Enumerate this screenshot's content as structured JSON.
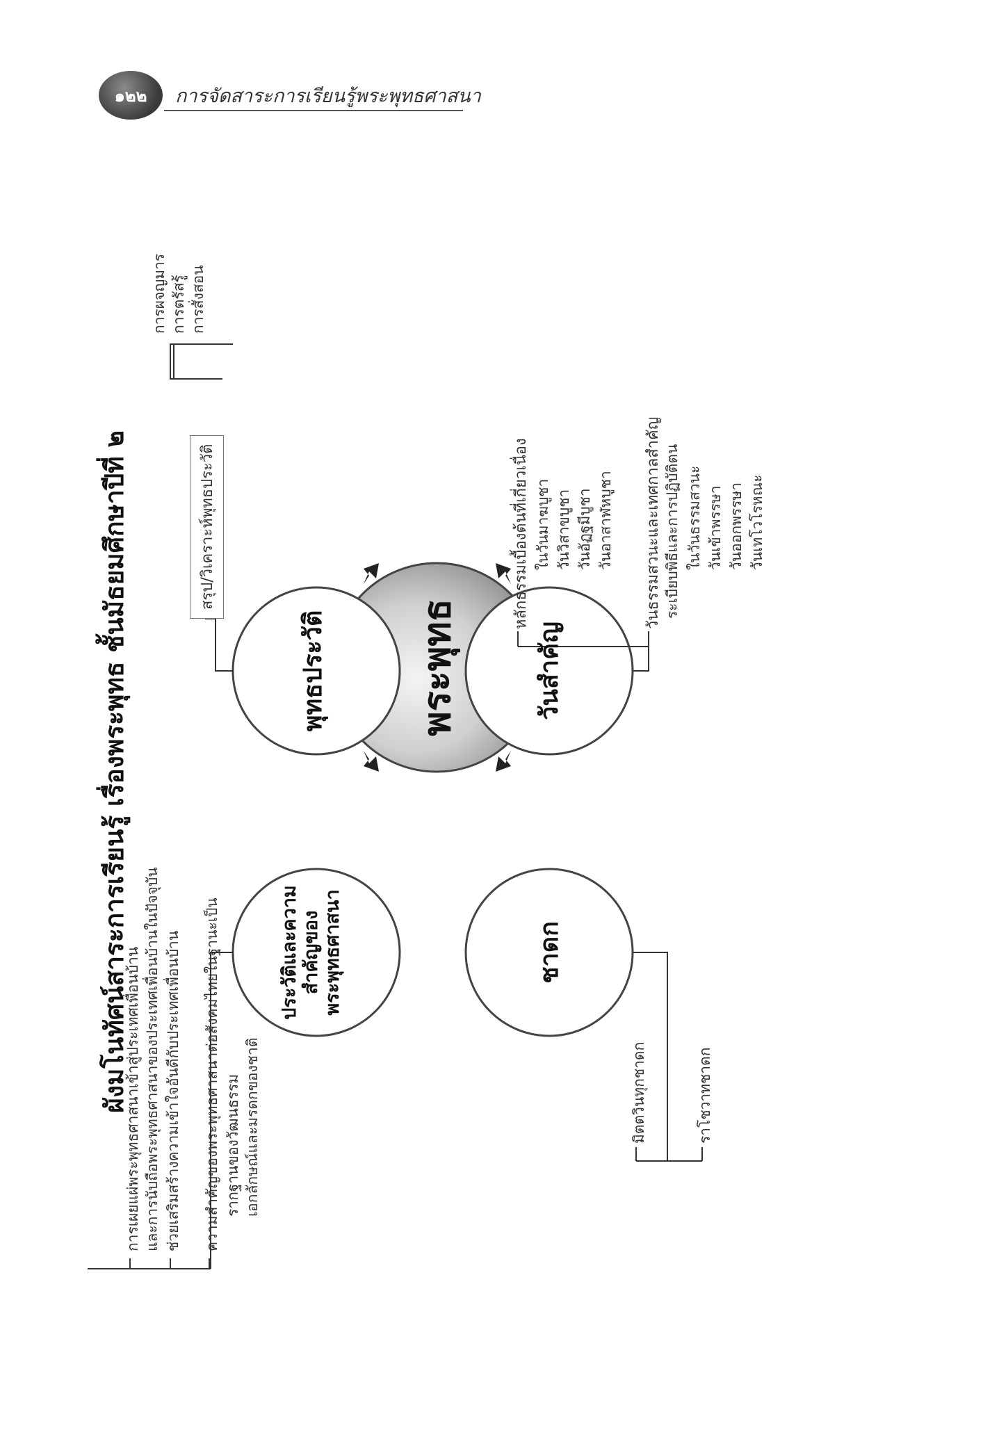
{
  "page_header": {
    "page_number": "๑๒๒",
    "book_title": "การจัดสาระการเรียนรู้พระพุทธศาสนา"
  },
  "diagram": {
    "title": "ผังมโนทัศน์สาระการเรียนรู้ เรื่องพระพุทธ ชั้นมัธยมศึกษาปีที่ ๒",
    "center": {
      "label": "พระพุทธ"
    },
    "nodes": {
      "history": {
        "label": "พุทธประวัติ",
        "summary_box": "สรุป/วิเคราะห์พุทธประวัติ",
        "items": [
          "การผจญมาร",
          "การตรัสรู้",
          "การสั่งสอน"
        ]
      },
      "holy_days": {
        "label": "วันสำคัญ",
        "group1": {
          "heading": "หลักธรรมเบื้องต้นที่เกี่ยวเนื่อง",
          "items": [
            "ในวันมาฆบูชา",
            "วันวิสาขบูชา",
            "วันอัฏฐมีบูชา",
            "วันอาสาฬหบูชา"
          ]
        },
        "group2": {
          "heading": "วันธรรมสวนะและเทศกาลสำคัญ",
          "subheading": "ระเบียบพิธีและการปฏิบัติตน",
          "items": [
            "ในวันธรรมสวนะ",
            "วันเข้าพรรษา",
            "วันออกพรรษา",
            "วันเทโวโรหณะ"
          ]
        }
      },
      "importance": {
        "label_lines": [
          "ประวัติและความ",
          "สำคัญของ",
          "พระพุทธศาสนา"
        ],
        "items": [
          {
            "lines": [
              "การเผยแผ่พระพุทธศาสนาเข้าสู่ประเทศเพื่อนบ้าน",
              "และการนับถือพระพุทธศาสนาของประเทศเพื่อนบ้านในปัจจุบัน"
            ]
          },
          {
            "lines": [
              "ช่วยเสริมสร้างความเข้าใจอันดีกับประเทศเพื่อนบ้าน"
            ]
          },
          {
            "lines": [
              "ความสำคัญของพระพุทธศาสนาต่อสังคมไทยในฐานะเป็น"
            ],
            "sub": [
              "รากฐานของวัฒนธรรม",
              "เอกลักษณ์และมรดกของชาติ"
            ]
          }
        ]
      },
      "jataka": {
        "label": "ชาดก",
        "items": [
          "มิตตวินทุกชาดก",
          "ราโชวาทชาดก"
        ]
      }
    },
    "colors": {
      "line": "#333333",
      "circle_stroke": "#444444",
      "arrow": "#222222"
    }
  }
}
